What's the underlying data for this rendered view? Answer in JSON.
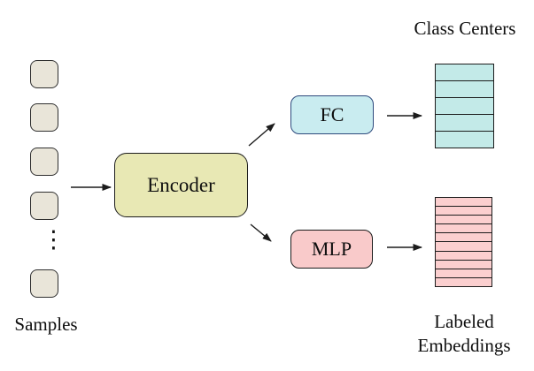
{
  "diagram": {
    "background_color": "#ffffff",
    "line_color": "#1c1c1c",
    "samples": {
      "label": "Samples",
      "ellipsis": "⋮",
      "square_count": 5,
      "square_fill": "#e9e5d9",
      "square_border": "#2f2f2f"
    },
    "encoder": {
      "label": "Encoder",
      "fill": "#e8e8b4",
      "border": "#1c1c1c"
    },
    "fc": {
      "label": "FC",
      "fill": "#c9ecf0",
      "border": "#2e4a7d"
    },
    "mlp": {
      "label": "MLP",
      "fill": "#f9caca",
      "border": "#1c1c1c"
    },
    "class_centers": {
      "title": "Class Centers",
      "rows": 5,
      "fill": "#c3eae8"
    },
    "labeled_embeddings": {
      "title_line1": "Labeled",
      "title_line2": "Embeddings",
      "rows": 10,
      "fill": "#fbcfcf"
    }
  }
}
